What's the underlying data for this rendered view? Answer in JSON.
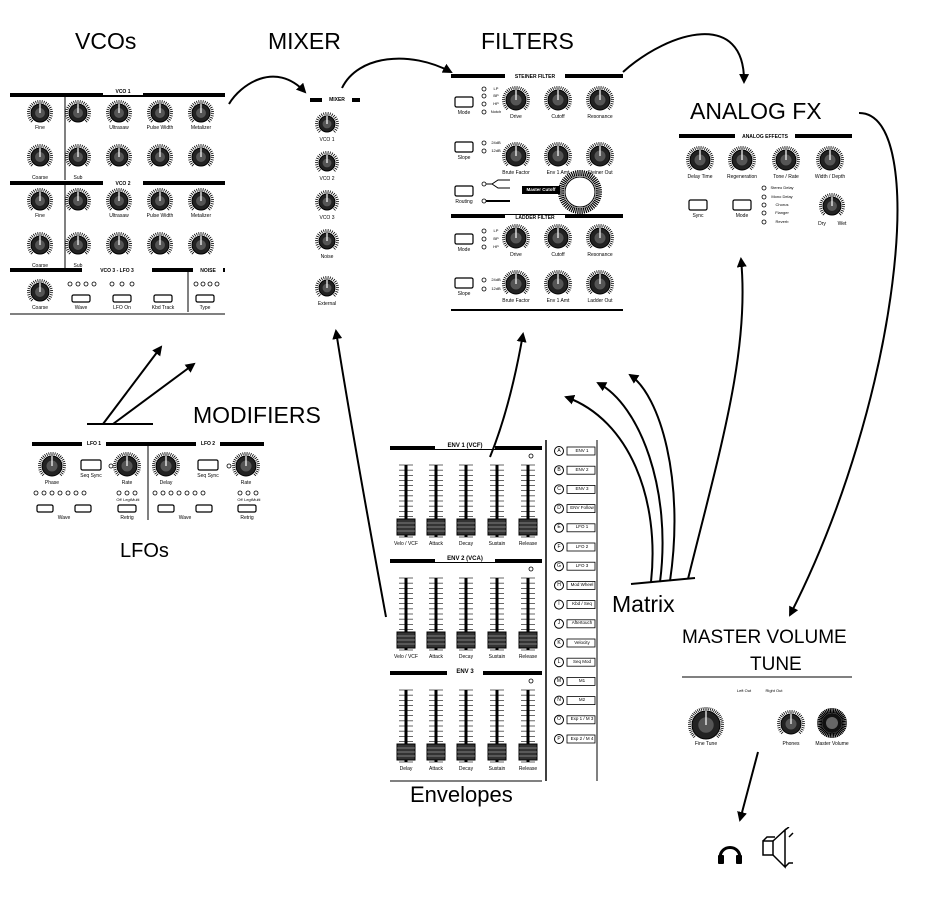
{
  "section_titles": {
    "vcos": "VCOs",
    "mixer": "MIXER",
    "filters": "FILTERS",
    "analog_fx": "ANALOG FX",
    "modifiers": "MODIFIERS",
    "lfos": "LFOs",
    "matrix": "Matrix",
    "envelopes": "Envelopes",
    "master_line1": "MASTER VOLUME",
    "master_line2": "TUNE"
  },
  "vco_panel": {
    "vco1_header": "VCO 1",
    "vco2_header": "VCO 2",
    "vco3_header": "VCO 3 - LFO 3",
    "noise_header": "NOISE",
    "row_labels": [
      "Fine",
      "Ultrasaw",
      "Pulse Width",
      "Metalizer",
      "Coarse",
      "Sub"
    ],
    "vco3_labels": [
      "Coarse",
      "Wave",
      "LFO On",
      "Kbd Track",
      "Type"
    ]
  },
  "mixer_panel": {
    "header": "MIXER",
    "knob_labels": [
      "VCO 1",
      "VCO 2",
      "VCO 3",
      "Noise",
      "External"
    ]
  },
  "filter_panel": {
    "steiner_header": "STEINER FILTER",
    "ladder_header": "LADDER FILTER",
    "steiner_modes": [
      "LP",
      "BP",
      "HP",
      "Notch"
    ],
    "ladder_modes": [
      "LP",
      "BP",
      "HP"
    ],
    "slopes": [
      "24dB",
      "12dB"
    ],
    "row1_labels": [
      "Drive",
      "Cutoff",
      "Resonance"
    ],
    "row2_labels": [
      "Brute Factor",
      "Env 1 Amt",
      "Steiner Out"
    ],
    "row4_labels": [
      "Brute Factor",
      "Env 1 Amt",
      "Ladder Out"
    ],
    "buttons": [
      "Mode",
      "Slope",
      "Routing",
      "Mode",
      "Slope"
    ],
    "master_cutoff": "Master Cutoff"
  },
  "fx_panel": {
    "header": "ANALOG EFFECTS",
    "knob_labels": [
      "Delay Time",
      "Regeneration",
      "Tone / Rate",
      "Width / Depth"
    ],
    "buttons": [
      "Sync",
      "Mode"
    ],
    "fx_types": [
      "Stereo Delay",
      "Mono Delay",
      "Chorus",
      "Flanger",
      "Reverb"
    ],
    "mix_labels": [
      "Dry",
      "Wet"
    ]
  },
  "lfo_panel": {
    "lfo1_header": "LFO 1",
    "lfo2_header": "LFO 2",
    "lfo1_labels": [
      "Phase",
      "Seq Sync",
      "Rate"
    ],
    "lfo2_labels": [
      "Delay",
      "Seq Sync",
      "Rate"
    ],
    "bottom_labels": [
      "Wave",
      "Retrig"
    ],
    "retrig_opts": [
      "Off",
      "Legt",
      "Multi"
    ]
  },
  "env_panel": {
    "env1_header": "ENV 1 (VCF)",
    "env2_header": "ENV 2 (VCA)",
    "env3_header": "ENV 3",
    "env1_labels": [
      "Velo / VCF",
      "Attack",
      "Decay",
      "Sustain",
      "Release"
    ],
    "env2_labels": [
      "Velo / VCF",
      "Attack",
      "Decay",
      "Sustain",
      "Release"
    ],
    "env3_labels": [
      "Delay",
      "Attack",
      "Decay",
      "Sustain",
      "Release"
    ]
  },
  "matrix_panel": {
    "letters": [
      "A",
      "B",
      "C",
      "D",
      "E",
      "F",
      "G",
      "H",
      "I",
      "J",
      "K",
      "L",
      "M",
      "N",
      "O",
      "P"
    ],
    "sources": [
      "ENV 1",
      "ENV 2",
      "ENV 3",
      "ENV Follow",
      "LFO 1",
      "LFO 2",
      "LFO 3",
      "Mod Wheel",
      "Kbd / Seq",
      "Aftertouch",
      "Velocity",
      "Seq Mod",
      "M1",
      "M2",
      "Exp 1 / M 3",
      "Exp 2 / M 4"
    ]
  },
  "master_panel": {
    "labels": [
      "Fine Tune",
      "Phones",
      "Master Volume"
    ],
    "outs": [
      "Left Out",
      "Right Out"
    ]
  },
  "icons": [
    "headphones-icon",
    "speaker-icon"
  ]
}
